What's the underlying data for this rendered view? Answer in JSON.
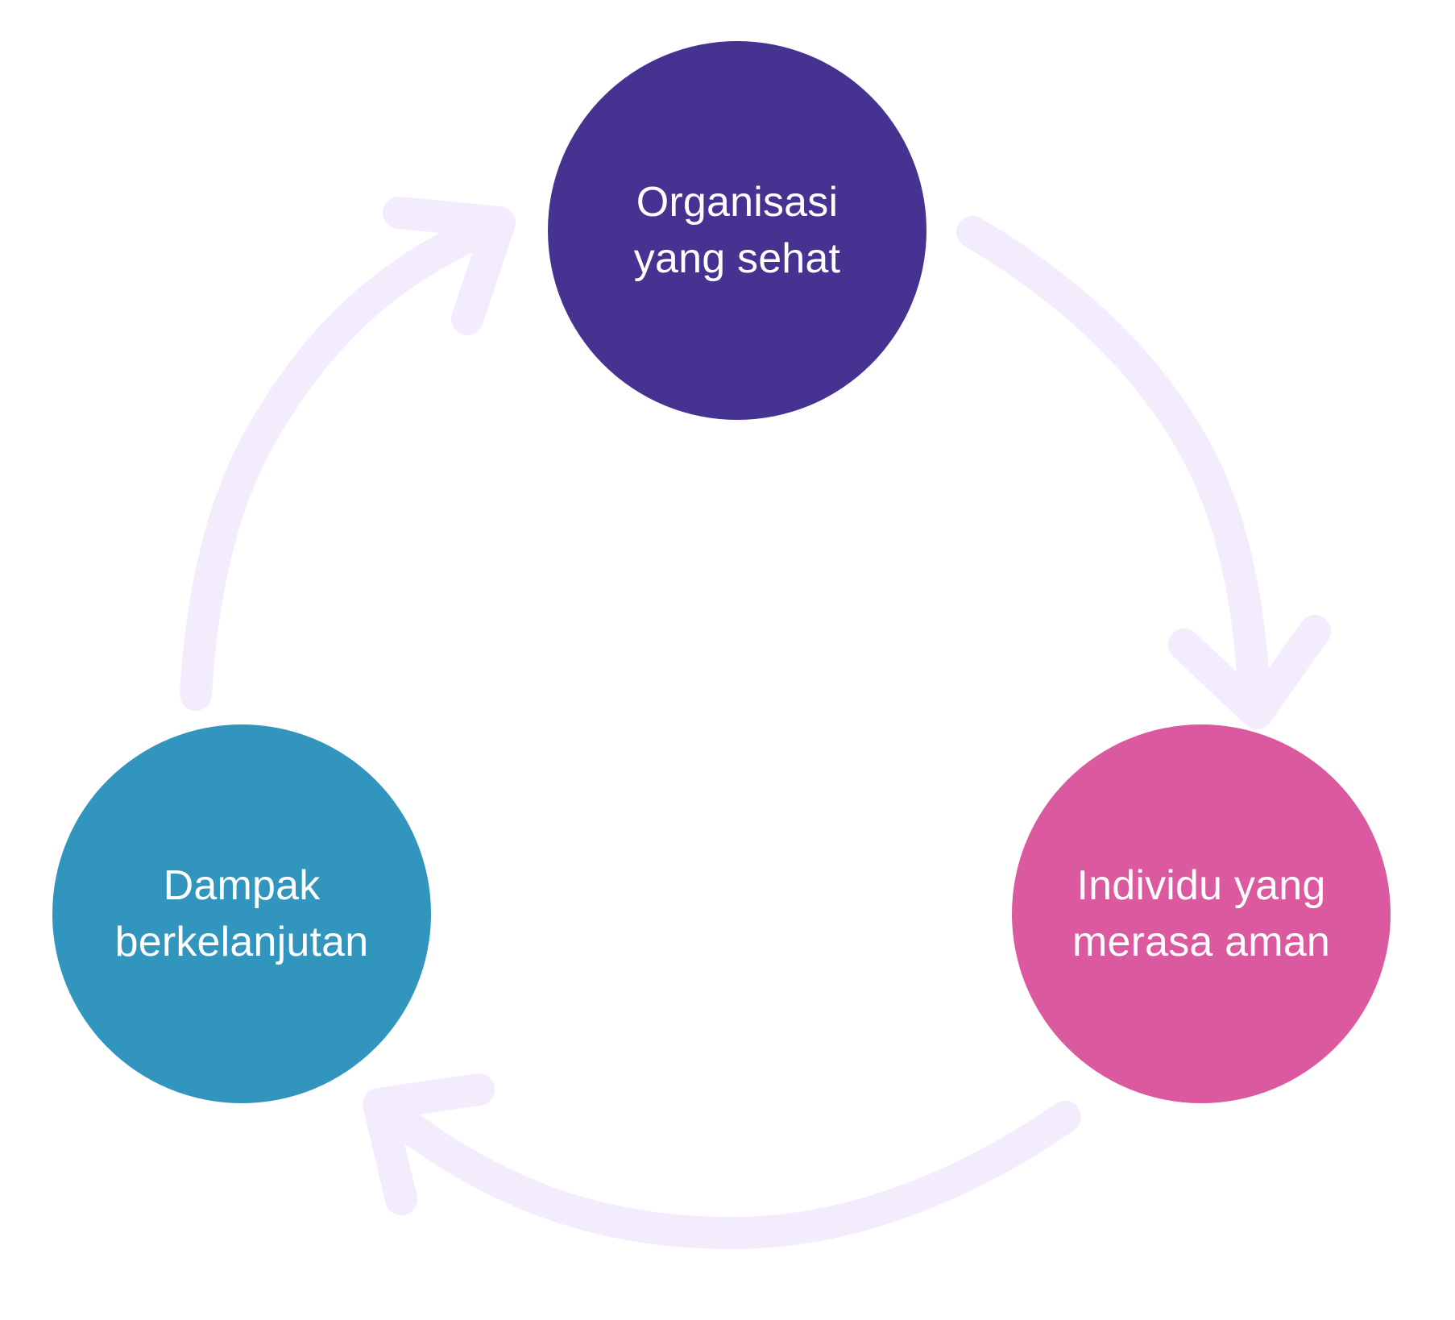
{
  "diagram": {
    "type": "cycle",
    "arrow_color": "#F2ECFD",
    "nodes": [
      {
        "id": "top",
        "label": "Organisasi\nyang sehat",
        "color": "#463391"
      },
      {
        "id": "right",
        "label": "Individu yang\nmerasa aman",
        "color": "#DB599F"
      },
      {
        "id": "left",
        "label": "Dampak\nberkelanjutan",
        "color": "#3195BE"
      }
    ],
    "flow": [
      {
        "from": "top",
        "to": "right"
      },
      {
        "from": "right",
        "to": "left"
      },
      {
        "from": "left",
        "to": "top"
      }
    ]
  }
}
